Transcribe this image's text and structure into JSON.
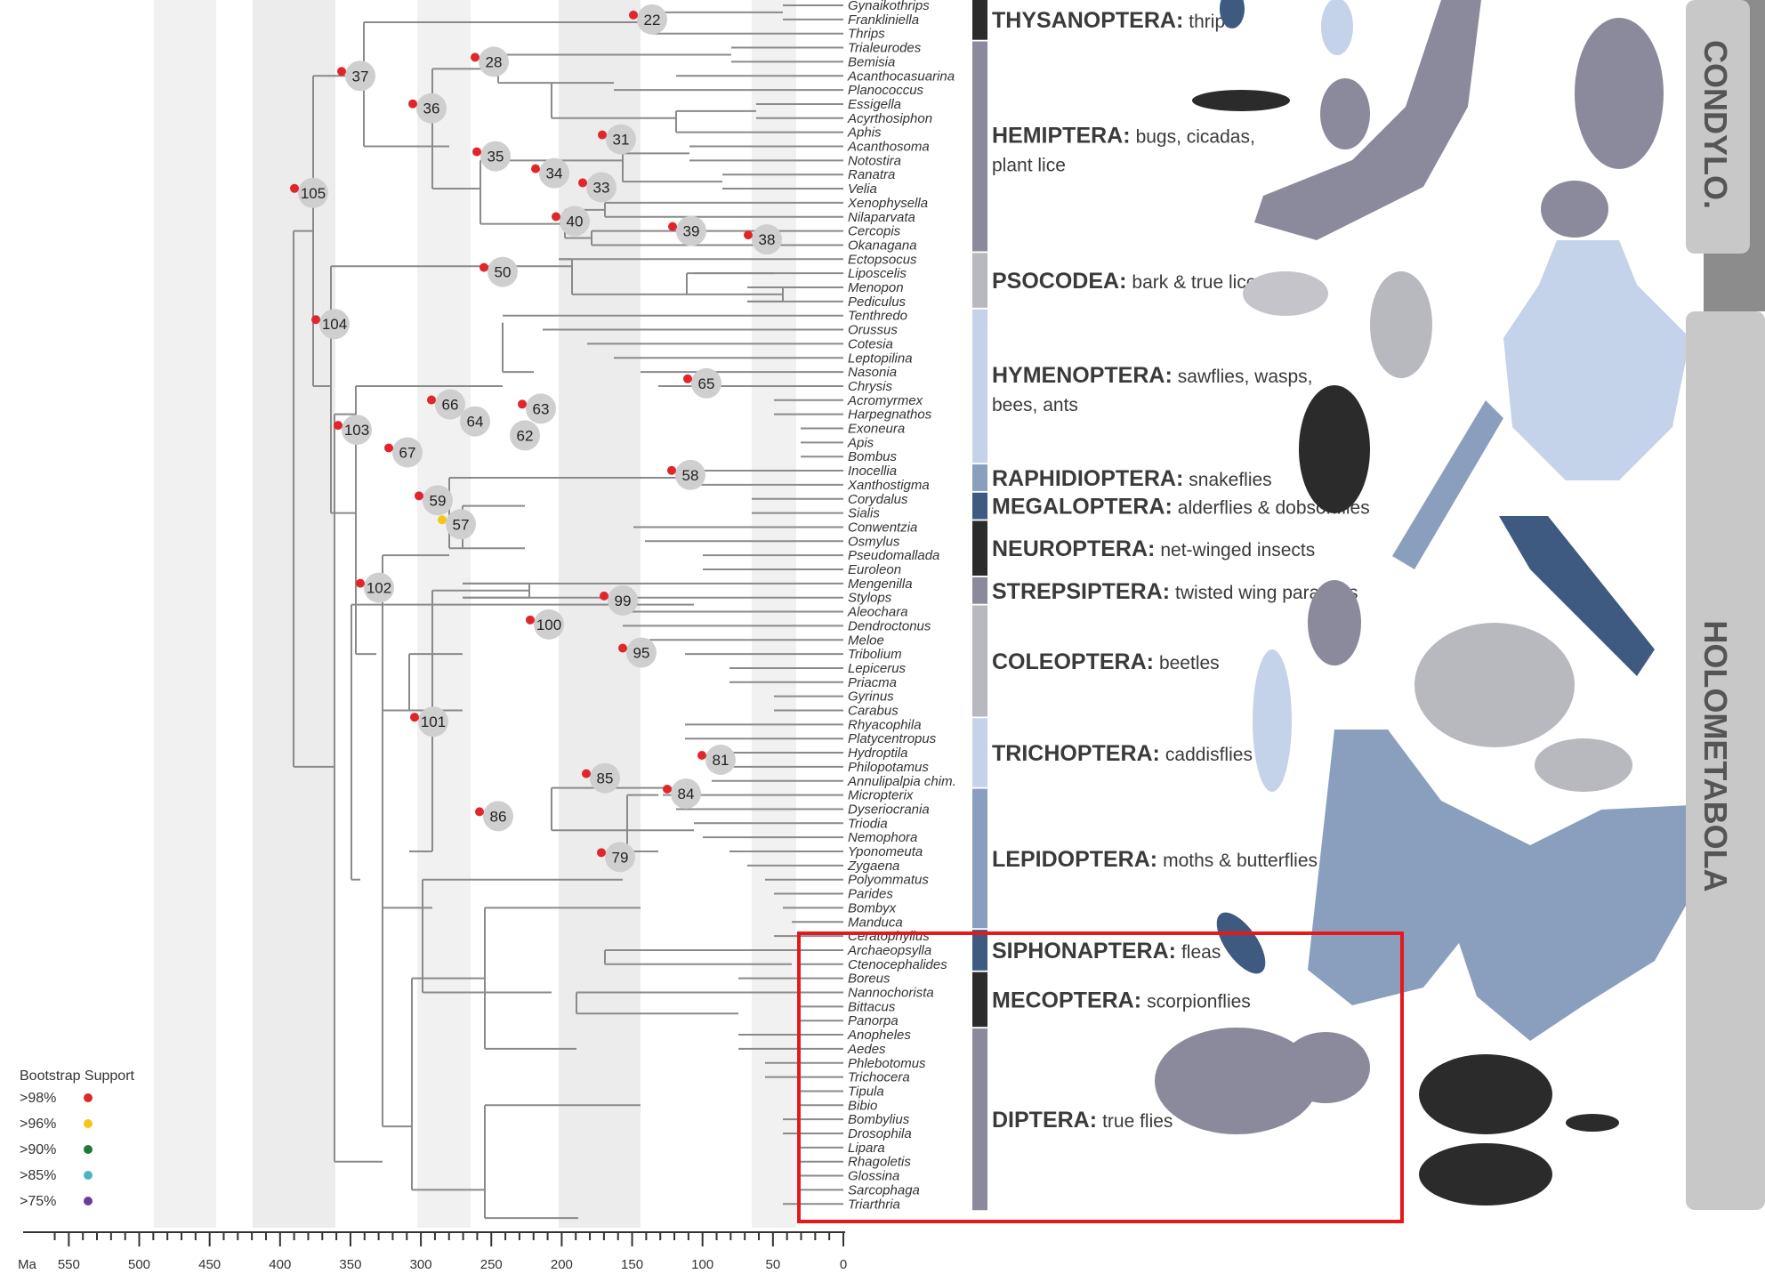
{
  "scale": {
    "unit_label": "Ma",
    "ticks": [
      "550",
      "500",
      "450",
      "400",
      "350",
      "300",
      "250",
      "200",
      "150",
      "100",
      "50",
      "0"
    ]
  },
  "legend": {
    "title": "Bootstrap Support",
    "items": [
      {
        "label": ">98%",
        "color": "#e0262b"
      },
      {
        "label": ">96%",
        "color": "#f5c518"
      },
      {
        "label": ">90%",
        "color": "#1f7a3a"
      },
      {
        "label": ">85%",
        "color": "#4fb3c8"
      },
      {
        "label": ">75%",
        "color": "#6a3d9a"
      }
    ]
  },
  "taxa": [
    "Gynaikothrips",
    "Frankliniella",
    "Thrips",
    "Trialeurodes",
    "Bemisia",
    "Acanthocasuarina",
    "Planococcus",
    "Essigella",
    "Acyrthosiphon",
    "Aphis",
    "Acanthosoma",
    "Notostira",
    "Ranatra",
    "Velia",
    "Xenophysella",
    "Nilaparvata",
    "Cercopis",
    "Okanagana",
    "Ectopsocus",
    "Liposcelis",
    "Menopon",
    "Pediculus",
    "Tenthredo",
    "Orussus",
    "Cotesia",
    "Leptopilina",
    "Nasonia",
    "Chrysis",
    "Acromyrmex",
    "Harpegnathos",
    "Exoneura",
    "Apis",
    "Bombus",
    "Inocellia",
    "Xanthostigma",
    "Corydalus",
    "Sialis",
    "Conwentzia",
    "Osmylus",
    "Pseudomallada",
    "Euroleon",
    "Mengenilla",
    "Stylops",
    "Aleochara",
    "Dendroctonus",
    "Meloe",
    "Tribolium",
    "Lepicerus",
    "Priacma",
    "Gyrinus",
    "Carabus",
    "Rhyacophila",
    "Platycentropus",
    "Hydroptila",
    "Philopotamus",
    "Annulipalpia chim.",
    "Micropterix",
    "Dyseriocrania",
    "Triodia",
    "Nemophora",
    "Yponomeuta",
    "Zygaena",
    "Polyommatus",
    "Parides",
    "Bombyx",
    "Manduca",
    "Ceratophyllus",
    "Archaeopsylla",
    "Ctenocephalides",
    "Boreus",
    "Nannochorista",
    "Bittacus",
    "Panorpa",
    "Anopheles",
    "Aedes",
    "Phlebotomus",
    "Trichocera",
    "Tipula",
    "Bibio",
    "Bombylius",
    "Drosophila",
    "Lipara",
    "Rhagoletis",
    "Glossina",
    "Sarcophaga",
    "Triarthria"
  ],
  "nodes": [
    {
      "label": "22",
      "support": ">98%"
    },
    {
      "label": "37",
      "support": ">98%"
    },
    {
      "label": "28",
      "support": ">98%"
    },
    {
      "label": "36",
      "support": ">98%"
    },
    {
      "label": "31",
      "support": ">98%"
    },
    {
      "label": "35",
      "support": ">98%"
    },
    {
      "label": "34",
      "support": ">98%"
    },
    {
      "label": "33",
      "support": ">98%"
    },
    {
      "label": "105",
      "support": ">98%"
    },
    {
      "label": "40",
      "support": ">98%"
    },
    {
      "label": "39",
      "support": ">98%"
    },
    {
      "label": "38",
      "support": ">98%"
    },
    {
      "label": "50",
      "support": ">98%"
    },
    {
      "label": "104",
      "support": ">98%"
    },
    {
      "label": "65",
      "support": ">98%"
    },
    {
      "label": "66",
      "support": ">98%"
    },
    {
      "label": "63",
      "support": ">98%"
    },
    {
      "label": "64",
      "support": ""
    },
    {
      "label": "62",
      "support": ""
    },
    {
      "label": "103",
      "support": ">98%"
    },
    {
      "label": "67",
      "support": ">98%"
    },
    {
      "label": "58",
      "support": ">98%"
    },
    {
      "label": "59",
      "support": ">98%"
    },
    {
      "label": "57",
      "support": ">96%"
    },
    {
      "label": "102",
      "support": ">98%"
    },
    {
      "label": "99",
      "support": ">98%"
    },
    {
      "label": "100",
      "support": ">98%"
    },
    {
      "label": "95",
      "support": ">98%"
    },
    {
      "label": "101",
      "support": ">98%"
    },
    {
      "label": "81",
      "support": ">98%"
    },
    {
      "label": "85",
      "support": ">98%"
    },
    {
      "label": "84",
      "support": ">98%"
    },
    {
      "label": "86",
      "support": ">98%"
    },
    {
      "label": "79",
      "support": ">98%"
    }
  ],
  "orders": [
    {
      "name": "THYSANOPTERA:",
      "common": "thrips",
      "color": "#2b2b2b"
    },
    {
      "name": "HEMIPTERA:",
      "common": "bugs, cicadas,",
      "common2": "plant lice",
      "color": "#8a8a9c"
    },
    {
      "name": "PSOCODEA:",
      "common": "bark & true lice",
      "color": "#b8b8bf"
    },
    {
      "name": "HYMENOPTERA:",
      "common": "sawflies, wasps,",
      "common2": "bees, ants",
      "color": "#c4d3ea"
    },
    {
      "name": "RAPHIDIOPTERA:",
      "common": "snakeflies",
      "color": "#8a9fbd"
    },
    {
      "name": "MEGALOPTERA:",
      "common": "alderflies & dobsonflies",
      "color": "#3f5a80"
    },
    {
      "name": "NEUROPTERA:",
      "common": "net-winged insects",
      "color": "#2b2b2b"
    },
    {
      "name": "STREPSIPTERA:",
      "common": "twisted wing parasites",
      "color": "#8a8a9c"
    },
    {
      "name": "COLEOPTERA:",
      "common": "beetles",
      "color": "#b8b8bf"
    },
    {
      "name": "TRICHOPTERA:",
      "common": "caddisflies",
      "color": "#c4d3ea"
    },
    {
      "name": "LEPIDOPTERA:",
      "common": "moths & butterflies",
      "color": "#8a9fbd"
    },
    {
      "name": "SIPHONAPTERA:",
      "common": "fleas",
      "color": "#3f5a80"
    },
    {
      "name": "MECOPTERA:",
      "common": "scorpionflies",
      "color": "#2b2b2b"
    },
    {
      "name": "DIPTERA:",
      "common": "true flies",
      "color": "#8a8a9c"
    }
  ],
  "clades": [
    {
      "name": "CONDYLO."
    },
    {
      "name": "HOLOMETABOLA"
    }
  ],
  "highlight_color": "#e3191c"
}
